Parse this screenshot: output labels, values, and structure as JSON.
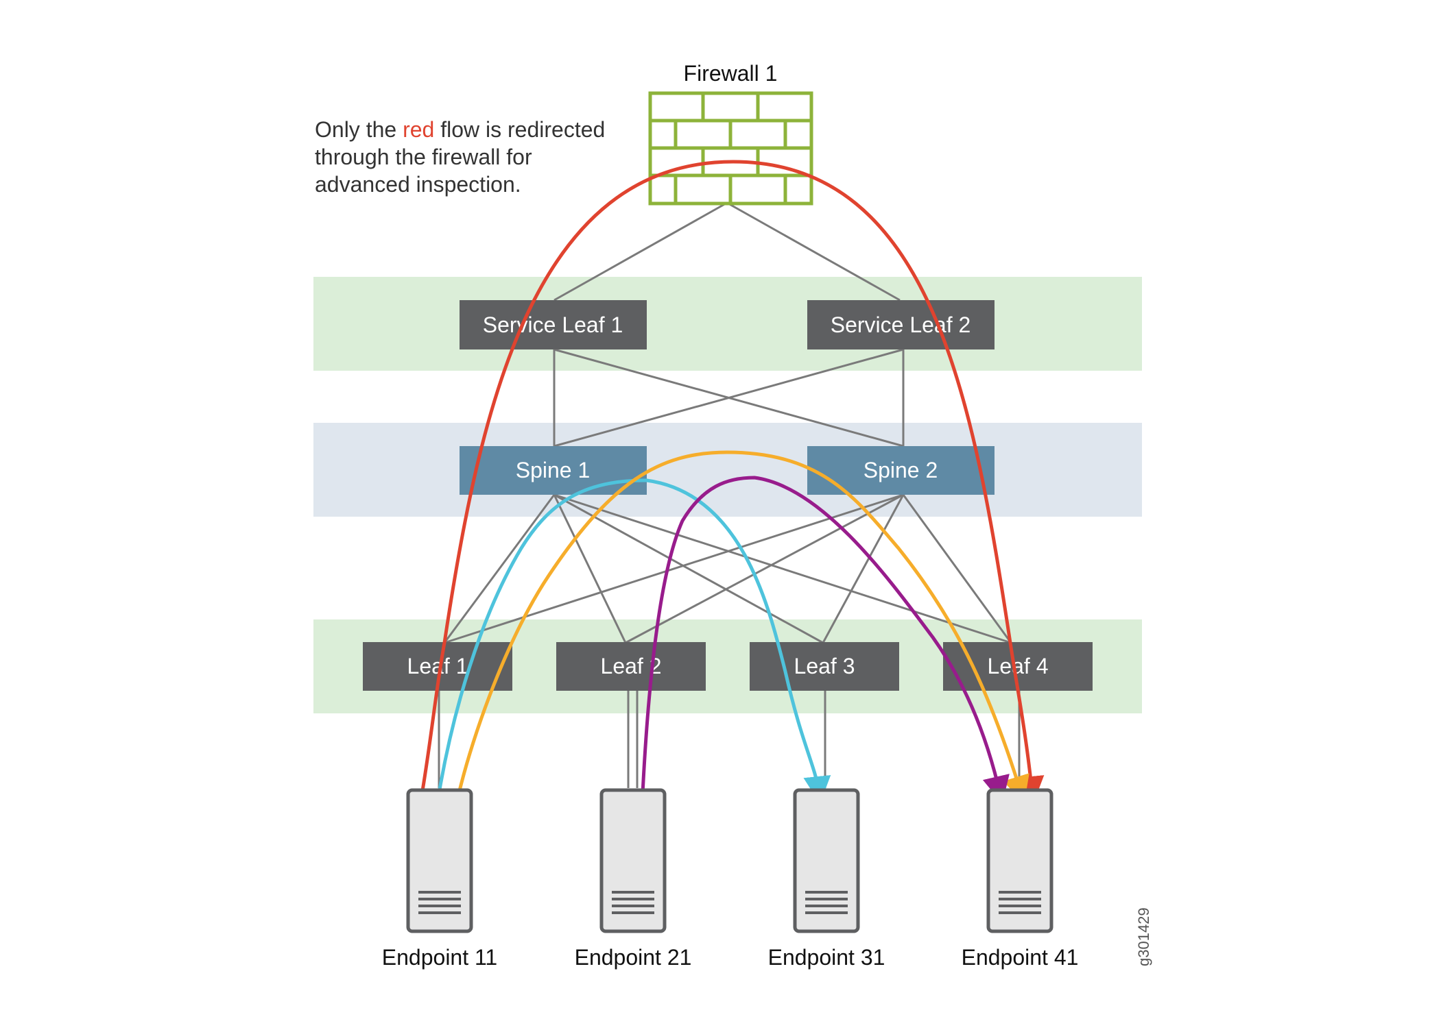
{
  "firewall": {
    "label": "Firewall 1"
  },
  "note": {
    "line1_prefix": "Only the ",
    "line1_highlight": "red",
    "line1_suffix": " flow is redirected",
    "line2": "through the firewall for",
    "line3": "advanced inspection."
  },
  "service_leaves": [
    {
      "label": "Service Leaf 1"
    },
    {
      "label": "Service Leaf 2"
    }
  ],
  "spines": [
    {
      "label": "Spine 1"
    },
    {
      "label": "Spine 2"
    }
  ],
  "leaves": [
    {
      "label": "Leaf 1"
    },
    {
      "label": "Leaf 2"
    },
    {
      "label": "Leaf 3"
    },
    {
      "label": "Leaf 4"
    }
  ],
  "endpoints": [
    {
      "label": "Endpoint 11"
    },
    {
      "label": "Endpoint 21"
    },
    {
      "label": "Endpoint 31"
    },
    {
      "label": "Endpoint 41"
    }
  ],
  "figure_id": "g301429",
  "colors": {
    "firewall": "#8db33a",
    "dark_node": "#5e5f61",
    "spine_node": "#5f8aa5",
    "band_green": "#dbeed8",
    "band_blue": "#dfe6ee",
    "link": "#7a7a7a",
    "flow_red": "#e0432f",
    "flow_cyan": "#4ec3dc",
    "flow_orange": "#f6ad2b",
    "flow_purple": "#981c8c",
    "highlight_red": "#e0432f"
  }
}
